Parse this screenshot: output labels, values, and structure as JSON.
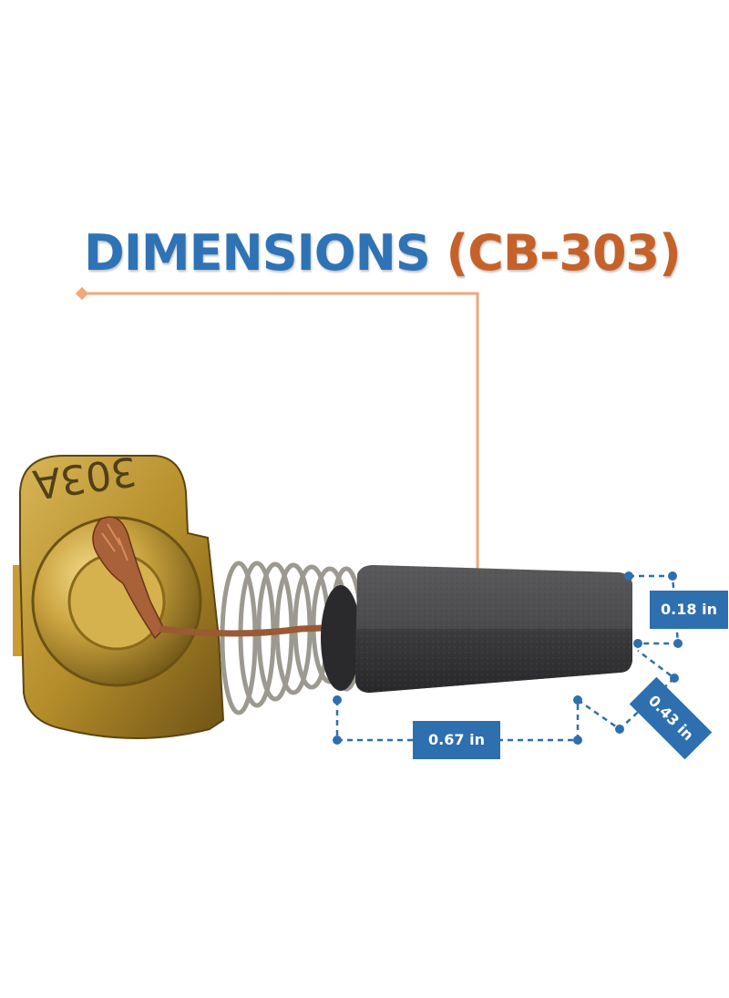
{
  "title": {
    "main": "DIMENSIONS",
    "code": "(CB-303)"
  },
  "part_marking": "303A",
  "dimensions": {
    "height": "0.18 in",
    "length": "0.67 in",
    "width": "0.43 in"
  },
  "colors": {
    "title_blue": "#2e73b6",
    "title_orange": "#c5622a",
    "label_bg": "#2e6fb0",
    "leader_line": "#f0a878"
  }
}
